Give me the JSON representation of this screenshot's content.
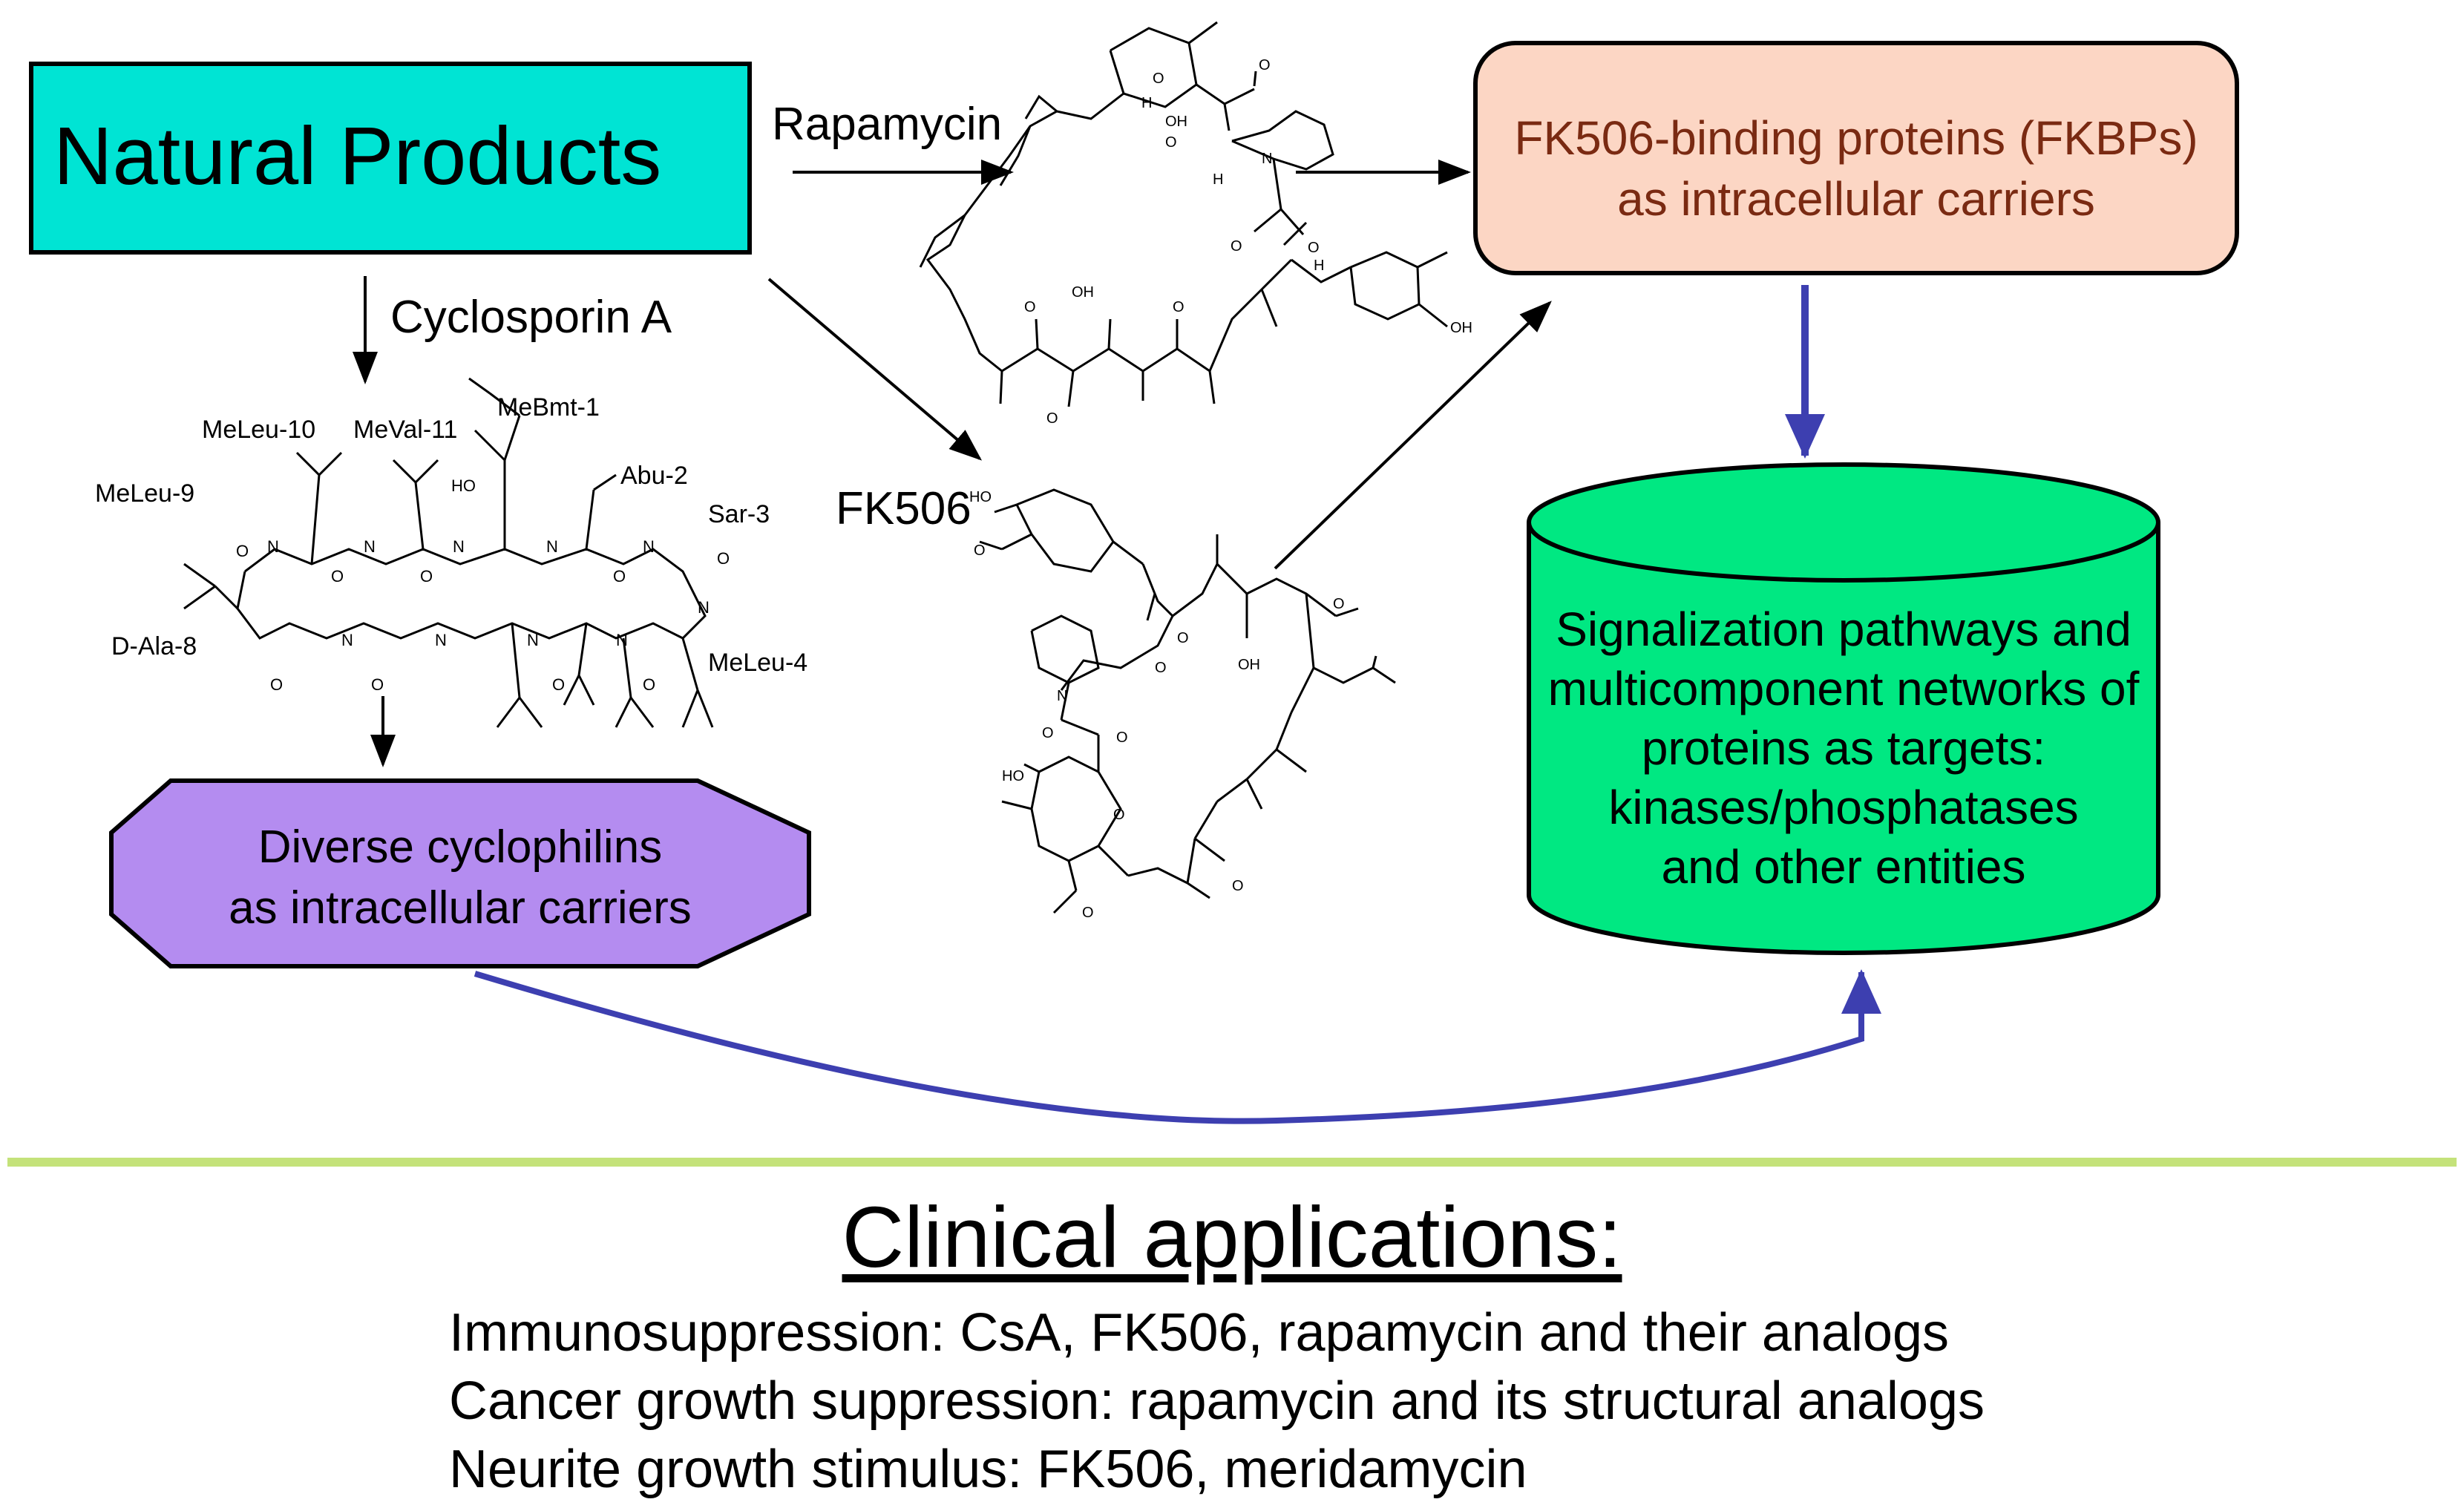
{
  "colors": {
    "natural_products": "#00e4d4",
    "fkbp": "#fcd6c4",
    "fkbp_text": "#7a2a12",
    "cyclophilin": "#b48cf0",
    "targets": "#00e882",
    "divider": "#c4e27a",
    "blue_arrow": "#3d3fb0"
  },
  "nodes": {
    "natural_products": "Natural Products",
    "fkbp_line1": "FK506-binding proteins (FKBPs)",
    "fkbp_line2": "as intracellular carriers",
    "cyclophilin_line1": "Diverse cyclophilins",
    "cyclophilin_line2": "as intracellular carriers",
    "targets_lines": [
      "Signalization pathways and",
      "multicomponent networks of",
      "proteins as targets:",
      "kinases/phosphatases",
      "and other entities"
    ]
  },
  "edges": {
    "rapamycin": "Rapamycin",
    "cyclosporin": "Cyclosporin A",
    "fk506": "FK506"
  },
  "residues": {
    "meleu10": "MeLeu-10",
    "meval11": "MeVal-11",
    "mebmt1": "MeBmt-1",
    "abu2": "Abu-2",
    "meleu9": "MeLeu-9",
    "sar3": "Sar-3",
    "dala8": "D-Ala-8",
    "meleu4": "MeLeu-4"
  },
  "atoms": {
    "oh": "OH",
    "ho": "HO",
    "o": "O",
    "n": "N",
    "nh": "N",
    "h": "H"
  },
  "clinical": {
    "title": "Clinical applications:",
    "items": [
      "Immunosuppression: CsA, FK506, rapamycin and their analogs",
      "Cancer growth suppression: rapamycin and its structural analogs",
      "Neurite growth stimulus: FK506, meridamycin"
    ]
  }
}
